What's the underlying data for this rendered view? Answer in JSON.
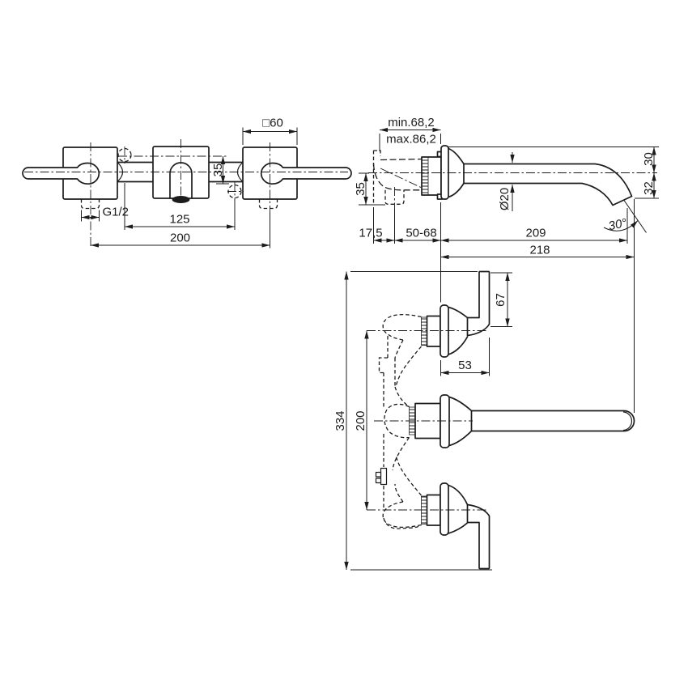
{
  "drawing": {
    "background": "#ffffff",
    "line_color": "#1c1c1c",
    "front_view": {
      "square_size": "□60",
      "spout_offset": "35",
      "inlet_thread": "G1/2",
      "inlet_spacing": "125",
      "handle_spacing": "200"
    },
    "side_view": {
      "depth_min": "min.68,2",
      "depth_max": "max.86,2",
      "inlet_offset": "35",
      "rough_depth": "17,5",
      "wall_range": "50-68",
      "spout_reach": "209",
      "spout_total": "218",
      "spout_diameter": "Ø20",
      "rise_upper": "30",
      "rise_lower": "32",
      "outlet_angle": "30°"
    },
    "assembly_view": {
      "handle_length": "67",
      "handle_projection": "53",
      "total_height": "334",
      "valve_spacing": "200"
    }
  }
}
